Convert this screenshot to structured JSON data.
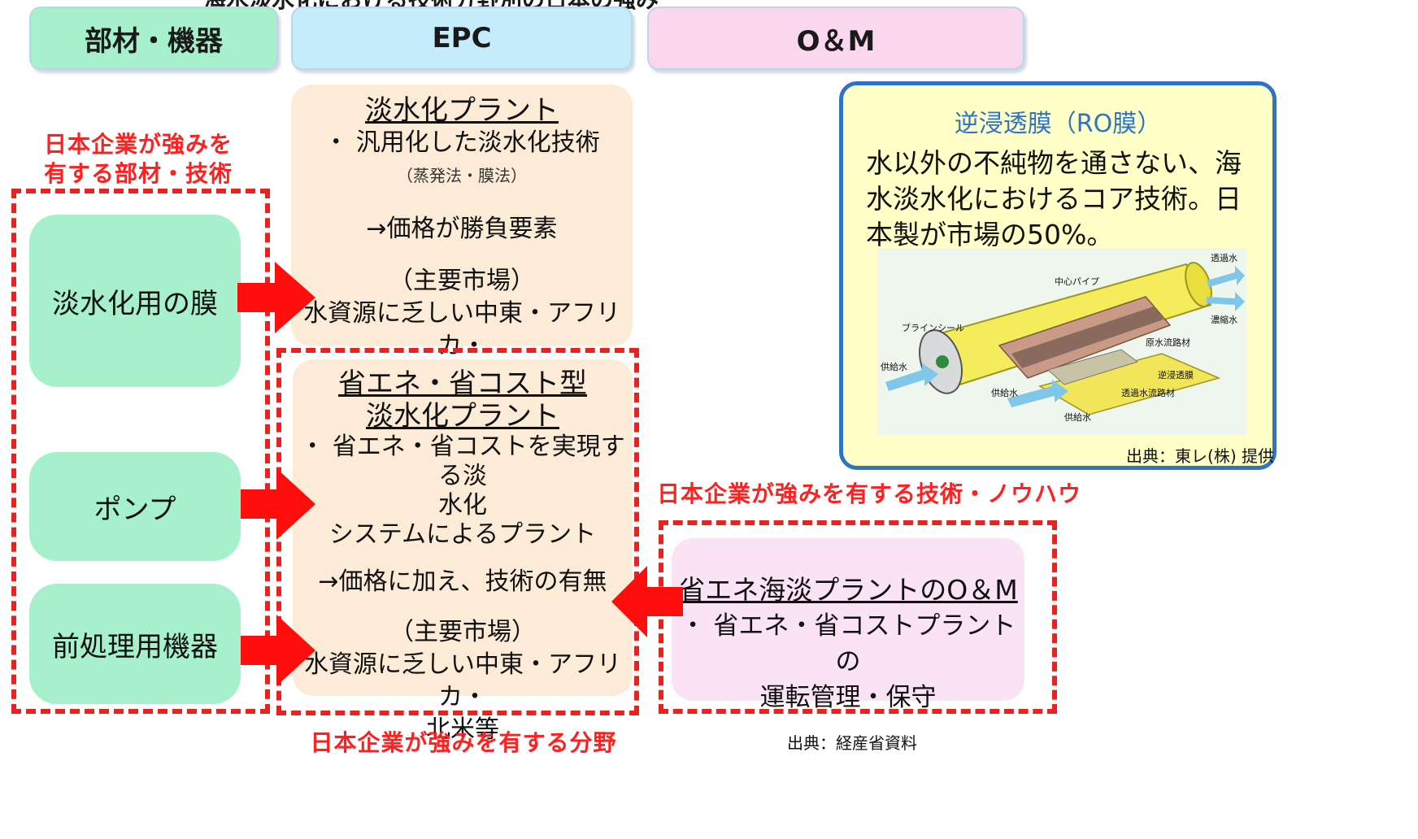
{
  "top_title_partial": "海水淡水化における技術分野別の日本の強み",
  "headers": {
    "components": "部材・機器",
    "epc": "EPC",
    "om": "O＆M"
  },
  "labels": {
    "left_strength": "日本企業が強みを\n有する部材・技術",
    "right_strength": "日本企業が強みを有する技術・ノウハウ",
    "bottom_strength": "日本企業が強みを有する分野"
  },
  "components": [
    "淡水化用の膜",
    "ポンプ",
    "前処理用機器"
  ],
  "epc_top": {
    "title": "淡水化プラント",
    "bullet": "・ 汎用化した淡水化技術",
    "sub": "（蒸発法・膜法）",
    "point": "→価格が勝負要素",
    "market_label": "（主要市場）",
    "market": "水資源に乏しい中東・アフリカ・\n北米等"
  },
  "epc_bottom": {
    "title1": "省エネ・省コスト型",
    "title2": "淡水化プラント",
    "bullet": "・ 省エネ・省コストを実現する淡\n水化\nシステムによるプラント",
    "point": "→価格に加え、技術の有無",
    "market_label": "（主要市場）",
    "market": "水資源に乏しい中東・アフリカ・\n北米等"
  },
  "om_box": {
    "title": "省エネ海淡プラントのO＆M",
    "bullet": "・ 省エネ・省コストプラントの",
    "line2": "運転管理・保守"
  },
  "ro_callout": {
    "title": "逆浸透膜（RO膜）",
    "body": "水以外の不純物を通さない、海水淡水化におけるコア技術。日本製が市場の50%。",
    "image_labels": [
      "中心パイプ",
      "透過水",
      "濃縮水",
      "ブラインシール",
      "原水流路材",
      "供給水",
      "供給水",
      "逆浸透膜",
      "透過水流路材",
      "供給水"
    ],
    "source": "出典：東レ(株) 提供"
  },
  "source_main": "出典：経産省資料",
  "colors": {
    "red": "#e8231f",
    "green": "#a6f0cc",
    "beige": "#fcebd6",
    "pink": "#fae3f5",
    "blue_border": "#2e74c4",
    "callout_bg": "#ffffc8"
  }
}
